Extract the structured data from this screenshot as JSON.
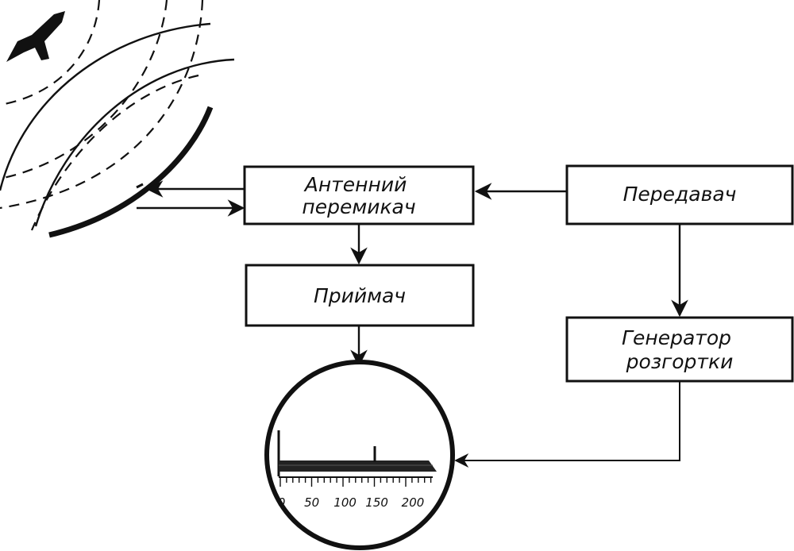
{
  "blocks": {
    "antenna_switch": [
      "Антенний",
      "перемикач"
    ],
    "transmitter": [
      "Передавач"
    ],
    "receiver": [
      "Приймач"
    ],
    "sweep_generator": [
      "Генератор",
      "розгортки"
    ]
  },
  "scope_scale": [
    "0",
    "50",
    "100",
    "150",
    "200"
  ],
  "icons": [
    "airplane-icon",
    "antenna-reflector",
    "wave-fronts",
    "oscilloscope-screen"
  ]
}
